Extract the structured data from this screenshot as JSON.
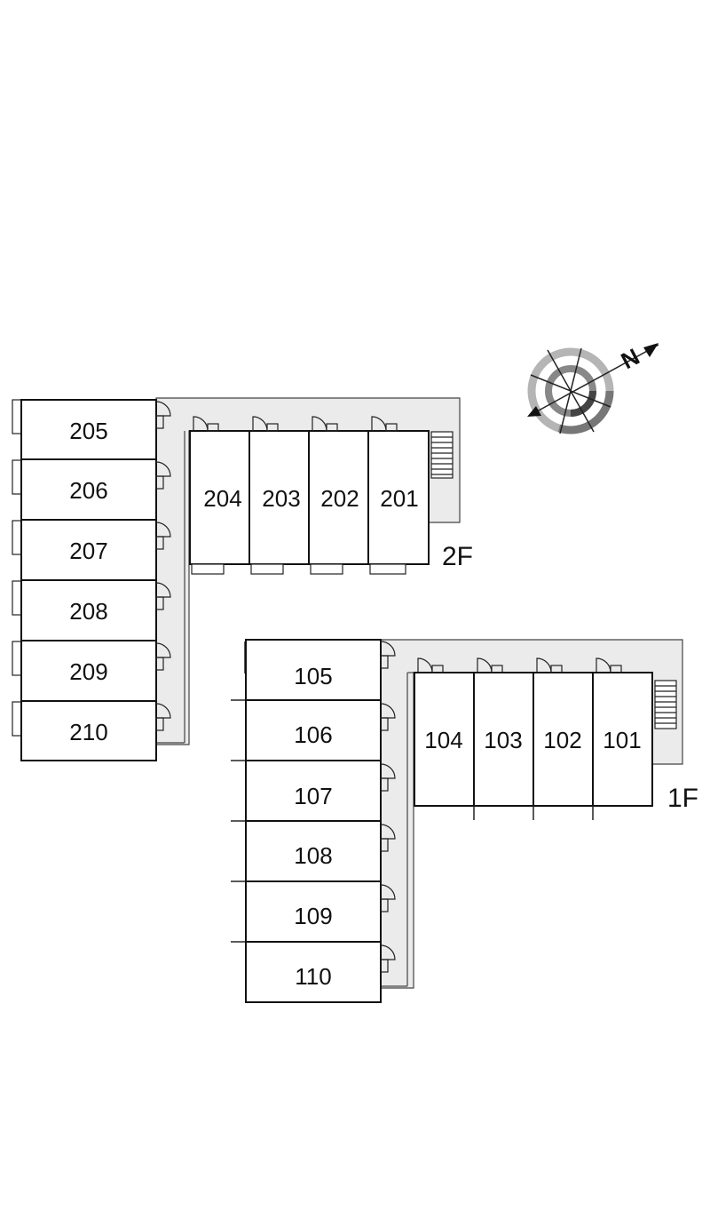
{
  "compass": {
    "north_label": "N",
    "icon": "compass-rose-icon"
  },
  "floors": [
    {
      "label": "2F",
      "wing_rooms": [
        "205",
        "206",
        "207",
        "208",
        "209",
        "210"
      ],
      "row_rooms": [
        "204",
        "203",
        "202",
        "201"
      ]
    },
    {
      "label": "1F",
      "wing_rooms": [
        "105",
        "106",
        "107",
        "108",
        "109",
        "110"
      ],
      "row_rooms": [
        "104",
        "103",
        "102",
        "101"
      ]
    }
  ],
  "colors": {
    "corridor": "#ebebeb",
    "wall": "#111111",
    "compass_gray": "#b0b0b0",
    "compass_dark": "#7a7a7a"
  }
}
